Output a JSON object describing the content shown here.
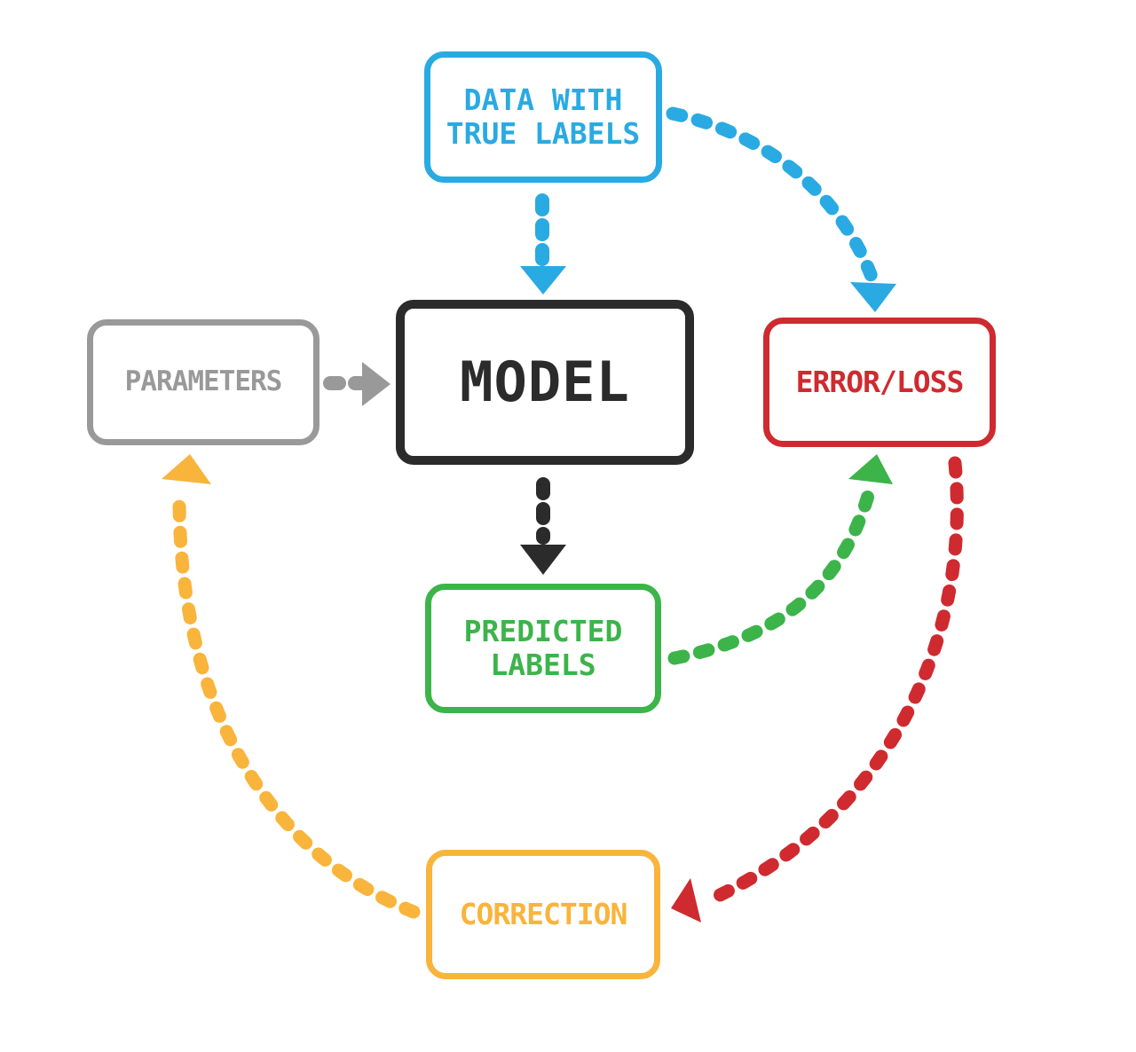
{
  "colors": {
    "blue": "#2aaae2",
    "black": "#2b2b2b",
    "gray": "#999999",
    "red": "#cf2a2f",
    "green": "#3cb44a",
    "orange": "#f9b43c"
  },
  "nodes": {
    "data": {
      "line1": "DATA WITH",
      "line2": "TRUE LABELS",
      "color": "#2aaae2"
    },
    "model": {
      "label": "MODEL",
      "color": "#2b2b2b"
    },
    "parameters": {
      "label": "PARAMETERS",
      "color": "#999999"
    },
    "error": {
      "label": "ERROR/LOSS",
      "color": "#cf2a2f"
    },
    "predicted": {
      "line1": "PREDICTED",
      "line2": "LABELS",
      "color": "#3cb44a"
    },
    "correction": {
      "label": "CORRECTION",
      "color": "#f9b43c"
    }
  },
  "edges": [
    {
      "from": "data",
      "to": "model",
      "color": "#2aaae2"
    },
    {
      "from": "data",
      "to": "error",
      "color": "#2aaae2"
    },
    {
      "from": "parameters",
      "to": "model",
      "color": "#999999"
    },
    {
      "from": "model",
      "to": "predicted",
      "color": "#2b2b2b"
    },
    {
      "from": "predicted",
      "to": "error",
      "color": "#3cb44a"
    },
    {
      "from": "error",
      "to": "correction",
      "color": "#cf2a2f"
    },
    {
      "from": "correction",
      "to": "parameters",
      "color": "#f9b43c"
    }
  ]
}
